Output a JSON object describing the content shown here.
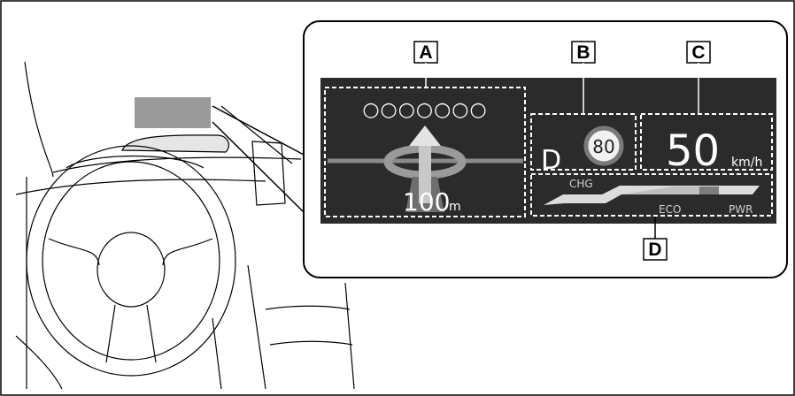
{
  "callouts": {
    "a": "A",
    "b": "B",
    "c": "C",
    "d": "D"
  },
  "navigation": {
    "street_name": "○○○○○○○",
    "distance_value": "100",
    "distance_unit": "m"
  },
  "shift_and_limit": {
    "shift_position": "D",
    "speed_limit": "80"
  },
  "speed": {
    "value": "50",
    "unit": "km/h"
  },
  "hybrid_indicator": {
    "charge_label": "CHG",
    "eco_label": "ECO",
    "power_label": "PWR"
  },
  "colors": {
    "hud_background": "#2b2b2b",
    "hud_text": "#ffffff",
    "drawing_line": "#000000",
    "windshield_display": "#9a9a9a"
  }
}
